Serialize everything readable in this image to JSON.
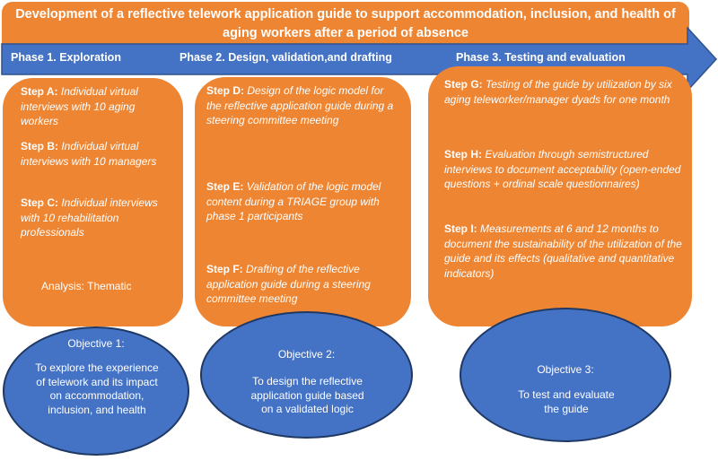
{
  "title": "Development of a reflective telework application guide to support accommodation, inclusion, and health of aging workers after a period of absence",
  "colors": {
    "orange": "#EE8532",
    "arrow_blue": "#4472C4",
    "ellipse_border": "#1F3864",
    "text": "#FFFFFF"
  },
  "phases": [
    {
      "label": "Phase 1. Exploration",
      "steps": [
        {
          "label": "Step A:",
          "text": "Individual virtual interviews with 10 aging workers"
        },
        {
          "label": "Step B:",
          "text": "Individual virtual interviews with 10 managers"
        },
        {
          "label": "Step C:",
          "text": "Individual interviews with 10 rehabilitation professionals"
        }
      ],
      "analysis": "Analysis: Thematic",
      "objective": {
        "title": "Objective 1:",
        "text": "To explore the experience of telework and its impact  on accommodation, inclusion, and health"
      }
    },
    {
      "label": "Phase 2. Design, validation,and drafting",
      "steps": [
        {
          "label": "Step D:",
          "text": "Design of the logic model for the reflective application guide during a steering committee meeting"
        },
        {
          "label": "Step E:",
          "text": "Validation of the logic model content during a TRIAGE group with phase 1 participants"
        },
        {
          "label": "Step F:",
          "text": "Drafting of the reflective application guide during a steering committee meeting"
        }
      ],
      "objective": {
        "title": "Objective 2:",
        "text": "To design the reflective application guide based on a validated logic"
      }
    },
    {
      "label": "Phase 3. Testing and evaluation",
      "steps": [
        {
          "label": "Step G:",
          "text": "Testing of the guide by utilization by six aging teleworker/manager dyads for one month"
        },
        {
          "label": "Step H:",
          "text": "Evaluation through semistructured interviews to document acceptability (open-ended questions + ordinal scale questionnaires)"
        },
        {
          "label": "Step I:",
          "text": "Measurements at 6 and 12 months to document the sustainability of the utilization of the guide and its effects (qualitative and quantitative indicators)"
        }
      ],
      "objective": {
        "title": "Objective 3:",
        "text": "To test and evaluate the guide"
      }
    }
  ]
}
